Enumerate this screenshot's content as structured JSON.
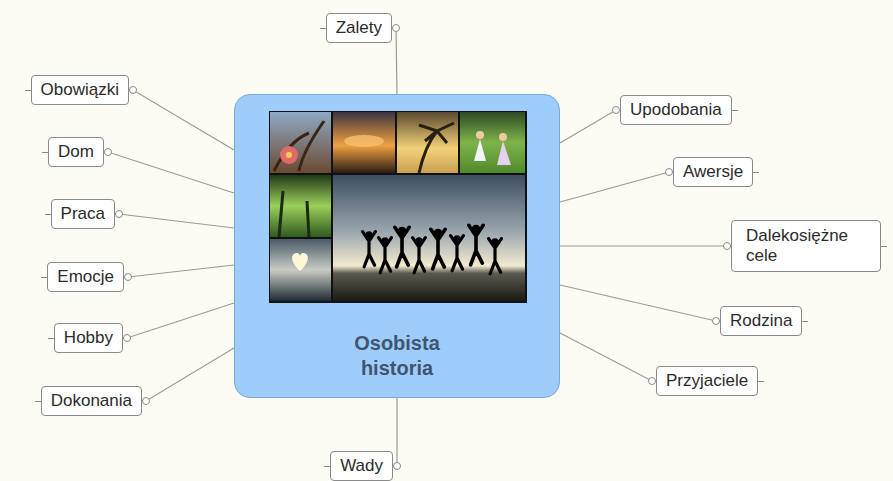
{
  "diagram": {
    "nodes": [
      {
        "text": [
          "Osobista historia"
        ]
      },
      {
        "text": [
          "Zalety"
        ]
      },
      {
        "text": [
          "Obowiązki"
        ]
      },
      {
        "text": [
          "Dom"
        ]
      },
      {
        "text": [
          "Praca"
        ]
      },
      {
        "text": [
          "Emocje"
        ]
      },
      {
        "text": [
          "Hobby"
        ]
      },
      {
        "text": [
          "Dokonania"
        ]
      },
      {
        "text": [
          "Wady"
        ]
      },
      {
        "text": [
          "Upodobania"
        ]
      },
      {
        "text": [
          "Awersje"
        ]
      },
      {
        "text": [
          "Dalekosiężne cele"
        ]
      },
      {
        "text": [
          "Rodzina"
        ]
      },
      {
        "text": [
          "Przyjaciele"
        ]
      }
    ],
    "edges": [
      {
        "from": 0,
        "to": 1,
        "arrow": "none"
      },
      {
        "from": 0,
        "to": 2,
        "arrow": "none"
      },
      {
        "from": 0,
        "to": 3,
        "arrow": "none"
      },
      {
        "from": 0,
        "to": 4,
        "arrow": "none"
      },
      {
        "from": 0,
        "to": 5,
        "arrow": "none"
      },
      {
        "from": 0,
        "to": 6,
        "arrow": "none"
      },
      {
        "from": 0,
        "to": 7,
        "arrow": "none"
      },
      {
        "from": 0,
        "to": 8,
        "arrow": "none"
      },
      {
        "from": 0,
        "to": 9,
        "arrow": "none"
      },
      {
        "from": 0,
        "to": 10,
        "arrow": "none"
      },
      {
        "from": 0,
        "to": 11,
        "arrow": "none"
      },
      {
        "from": 0,
        "to": 12,
        "arrow": "none"
      },
      {
        "from": 0,
        "to": 13,
        "arrow": "none"
      }
    ]
  }
}
